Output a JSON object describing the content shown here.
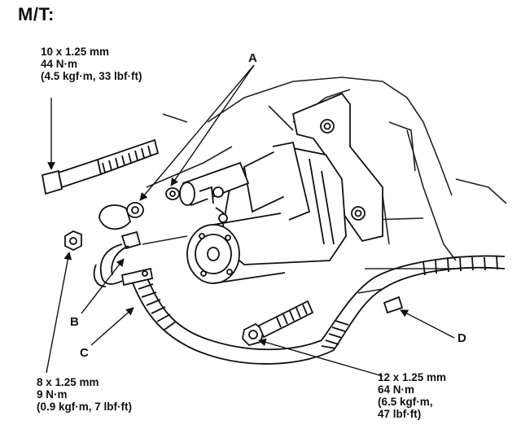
{
  "title": "M/T:",
  "callouts": {
    "a": "A",
    "b": "B",
    "c": "C",
    "d": "D"
  },
  "specs": {
    "top": {
      "size": "10 x 1.25 mm",
      "torque_nm": "44 N·m",
      "torque_alt": "(4.5 kgf·m, 33 lbf·ft)"
    },
    "bottom_left": {
      "size": "8 x 1.25 mm",
      "torque_nm": "9 N·m",
      "torque_alt": "(0.9 kgf·m, 7 lbf·ft)"
    },
    "bottom_right": {
      "size": "12 x 1.25 mm",
      "torque_nm": "64 N·m",
      "torque_alt_1": "(6.5 kgf·m,",
      "torque_alt_2": "47 lbf·ft)"
    }
  }
}
